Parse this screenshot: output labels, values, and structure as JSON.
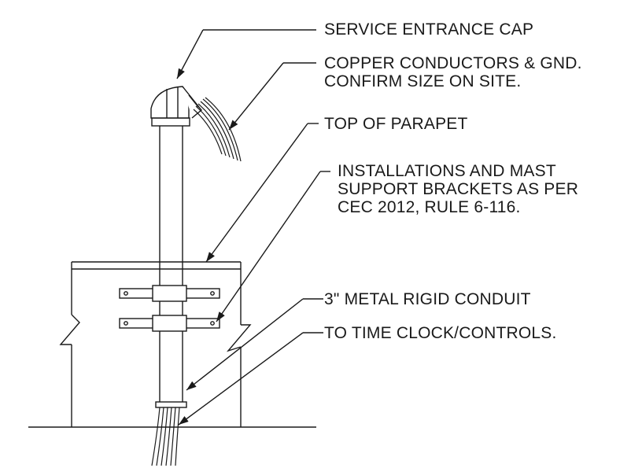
{
  "labels": {
    "service_cap": "SERVICE ENTRANCE CAP",
    "conductors": {
      "line1": "COPPER CONDUCTORS & GND.",
      "line2": "CONFIRM SIZE ON SITE."
    },
    "parapet": "TOP OF PARAPET",
    "brackets": {
      "line1": "INSTALLATIONS AND MAST",
      "line2": "SUPPORT BRACKETS AS PER",
      "line3": "CEC 2012, RULE 6-116."
    },
    "conduit": "3\" METAL RIGID CONDUIT",
    "time_clock": "TO TIME CLOCK/CONTROLS."
  },
  "colors": {
    "line": "#1a1a1a",
    "background": "#ffffff"
  }
}
